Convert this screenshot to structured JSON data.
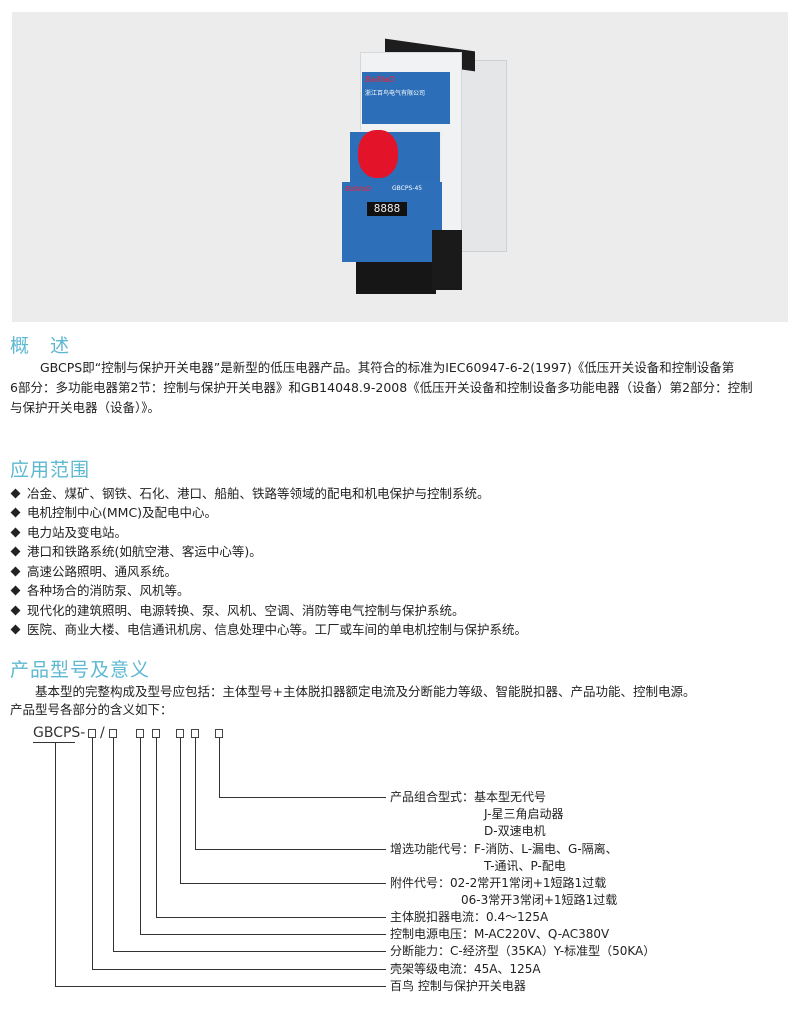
{
  "product_image": {
    "brand": "BaiNaO",
    "company": "浙江百鸟电气有限公司",
    "model": "GBCPS-45",
    "display": "8888"
  },
  "overview": {
    "heading": "概　述",
    "lines": [
      "GBCPS即“控制与保护开关电器”是新型的低压电器产品。其符合的标准为IEC60947-6-2(1997)《低压开关设备和控制设备第",
      "6部分：多功能电器第2节：控制与保护开关电器》和GB14048.9-2008《低压开关设备和控制设备多功能电器（设备）第2部分：控制",
      "与保护开关电器（设备）》。"
    ]
  },
  "application": {
    "heading": "应用范围",
    "items": [
      "冶金、煤矿、钢铁、石化、港口、船舶、铁路等领域的配电和机电保护与控制系统。",
      "电机控制中心(MMC)及配电中心。",
      "电力站及变电站。",
      "港口和铁路系统(如航空港、客运中心等)。",
      "高速公路照明、通风系统。",
      "各种场合的消防泵、风机等。",
      "现代化的建筑照明、电源转换、泵、风机、空调、消防等电气控制与保护系统。",
      "医院、商业大楼、电信通讯机房、信息处理中心等。工厂或车间的单电机控制与保护系统。"
    ]
  },
  "model": {
    "heading": "产品型号及意义",
    "intro1": "基本型的完整构成及型号应包括：主体型号+主体脱扣器额定电流及分断能力等级、智能脱扣器、产品功能、控制电源。",
    "intro2": "产品型号各部分的含义如下：",
    "code_prefix": "GBCPS-",
    "code_slash": "/",
    "labels": [
      "产品组合型式：基本型无代号",
      "J-星三角启动器",
      "D-双速电机",
      "增选功能代号：F-消防、L-漏电、G-隔离、",
      "T-通讯、P-配电",
      "附件代号：02-2常开1常闭+1短路1过载",
      "06-3常开3常闭+1短路1过载",
      "主体脱扣器电流：0.4～125A",
      "控制电源电压：M-AC220V、Q-AC380V",
      "分断能力：C-经济型（35KA）Y-标准型（50KA）",
      "壳架等级电流：45A、125A",
      "百鸟  控制与保护开关电器"
    ]
  }
}
